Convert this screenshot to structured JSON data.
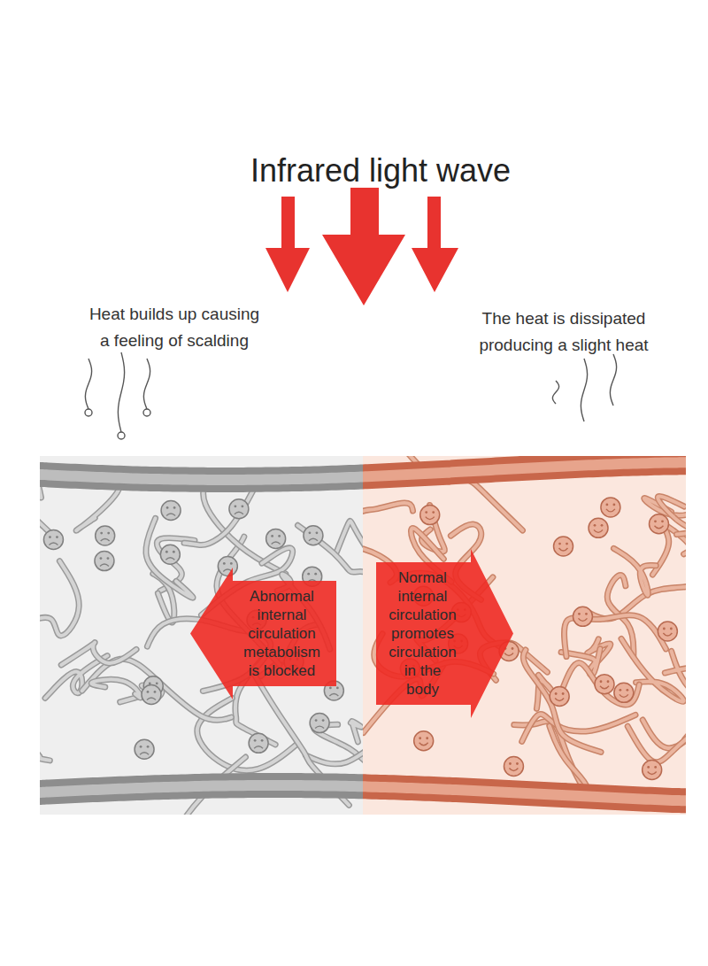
{
  "diagram": {
    "title": "Infrared light wave",
    "nodes": [
      {
        "text": [
          "Abnormal internal circulation metabolism is blocked"
        ]
      },
      {
        "text": [
          "Normal internal circulation promotes circulation in the body"
        ]
      }
    ],
    "labels": [
      "Heat builds up causing a feeling of scalding",
      "The heat is dissipated producing a slight heat"
    ]
  }
}
